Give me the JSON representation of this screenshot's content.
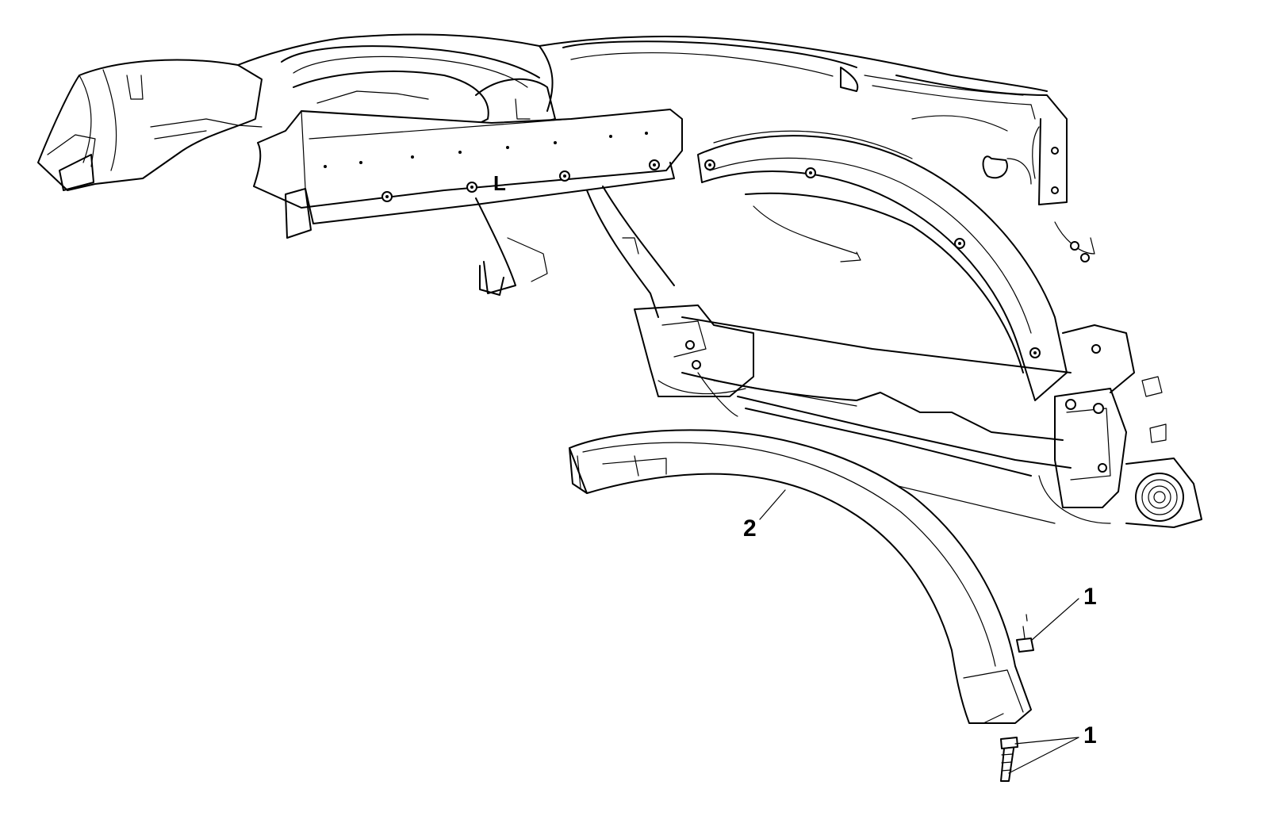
{
  "callouts": [
    {
      "id": "liner",
      "label": "2"
    },
    {
      "id": "fastener-upper",
      "label": "1"
    },
    {
      "id": "fastener-lower",
      "label": "1"
    }
  ],
  "panel_marking": "L",
  "colors": {
    "line": "#000000",
    "background": "#ffffff"
  }
}
